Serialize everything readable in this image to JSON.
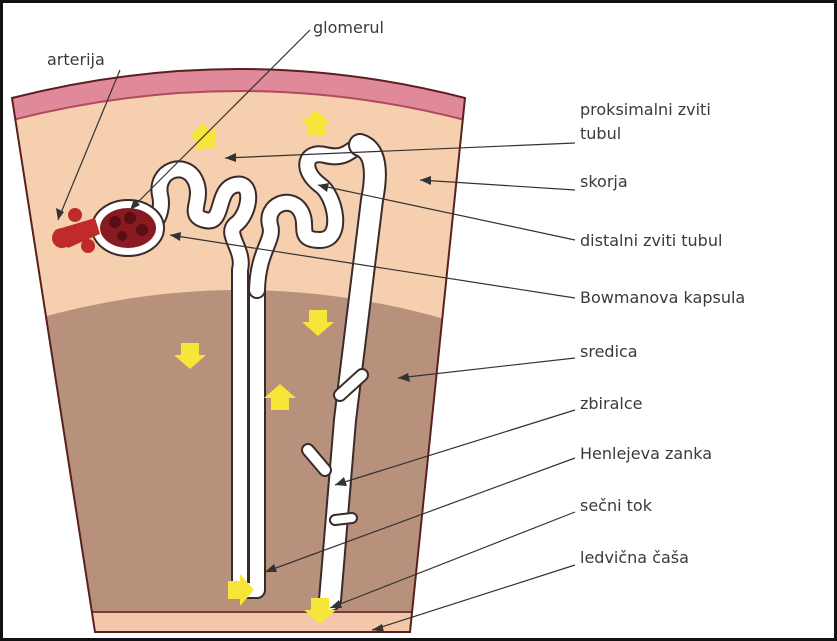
{
  "labels": {
    "arterija": "arterija",
    "glomerul": "glomerul",
    "proksimalni_line1": "proksimalni zviti",
    "proksimalni_line2": "tubul",
    "skorja": "skorja",
    "distalni": "distalni zviti tubul",
    "bowman": "Bowmanova kapsula",
    "sredica": "sredica",
    "zbiralce": "zbiralce",
    "henle": "Henlejeva zanka",
    "secni": "sečni tok",
    "ledvicna": "ledvična čaša"
  }
}
